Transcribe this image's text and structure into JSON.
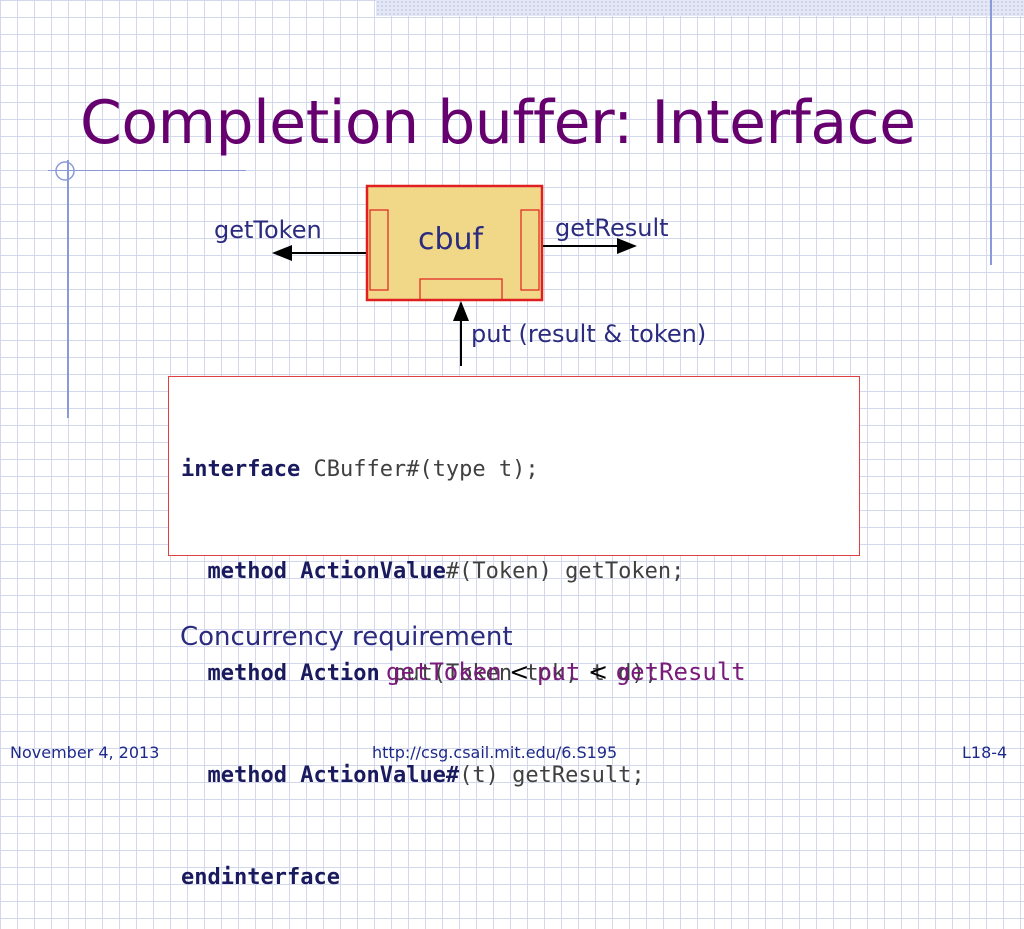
{
  "slide": {
    "title": "Completion buffer: Interface"
  },
  "diagram": {
    "box_label": "cbuf",
    "left_label": "getToken",
    "right_label": "getResult",
    "bottom_label": "put (result & token)",
    "box_fill": "#f0d888",
    "box_border": "#e02020"
  },
  "code": {
    "l1_kw": "interface",
    "l1_rest": " CBuffer#(type t);",
    "l2_indent": "  ",
    "l2_kw1": "method",
    "l2_kw2": "ActionValue",
    "l2_rest": "#(Token) getToken;",
    "l3_indent": "  ",
    "l3_kw1": "method",
    "l3_kw2": "Action",
    "l3_rest": " put(Token tok, t d);",
    "l4_indent": "  ",
    "l4_kw1": "method",
    "l4_kw2": "ActionValue#",
    "l4_rest": "(t) getResult;",
    "l5_kw": "endinterface"
  },
  "concurrency": {
    "label": "Concurrency requirement",
    "a": "getToken",
    "op1": " < ",
    "b": "put",
    "op2": " < ",
    "c": "getResult"
  },
  "footer": {
    "date": "November 4, 2013",
    "url": "http://csg.csail.mit.edu/6.S195",
    "page": "L18-4"
  },
  "colors": {
    "title": "#66006e",
    "text": "#2b2b7f",
    "accent_line": "#8a9ad8",
    "code_border": "#e04040"
  }
}
